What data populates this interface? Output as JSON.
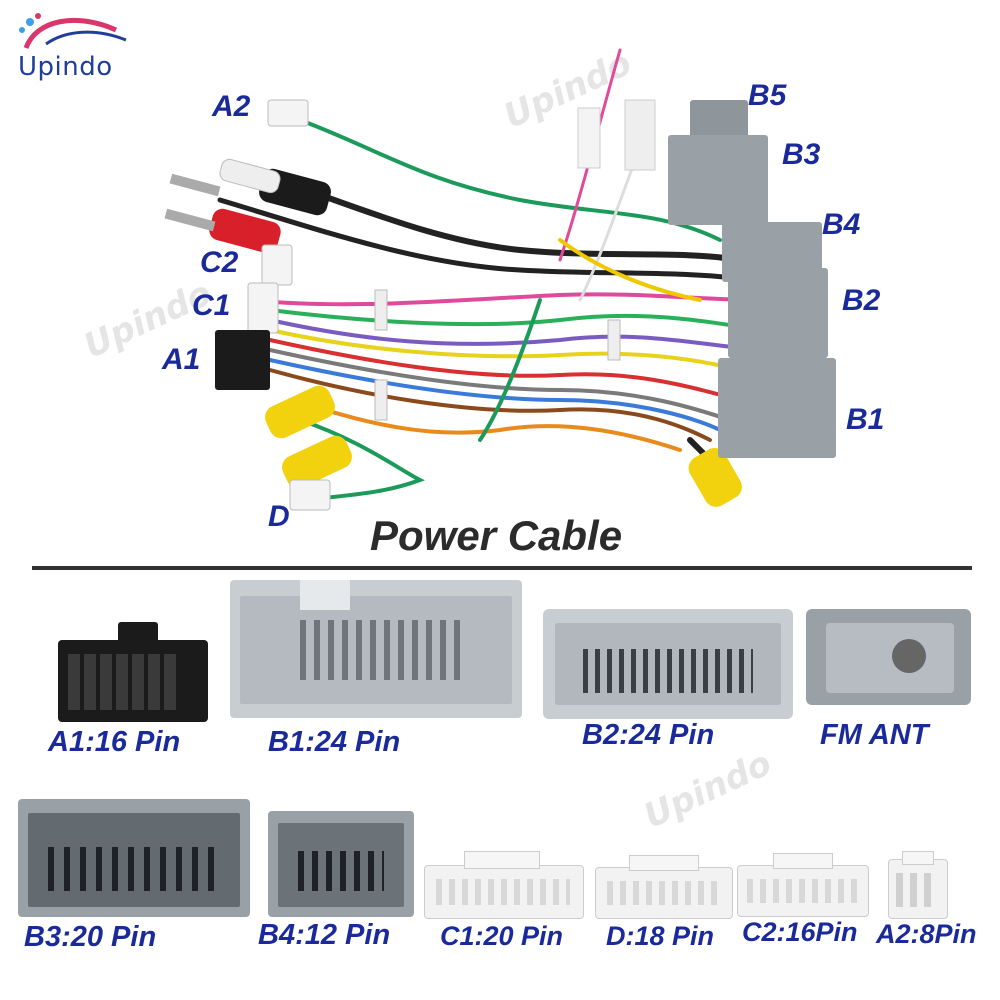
{
  "brand": {
    "name": "Upindo"
  },
  "top_labels": {
    "a2": "A2",
    "c2": "C2",
    "c1": "C1",
    "a1": "A1",
    "d": "D",
    "b5": "B5",
    "b3": "B3",
    "b4": "B4",
    "b2": "B2",
    "b1": "B1"
  },
  "title": "Power Cable",
  "connectors": [
    {
      "label": "A1:16 Pin"
    },
    {
      "label": "B1:24 Pin"
    },
    {
      "label": "B2:24 Pin"
    },
    {
      "label": "FM ANT"
    },
    {
      "label": "B3:20 Pin"
    },
    {
      "label": "B4:12 Pin"
    },
    {
      "label": "C1:20 Pin"
    },
    {
      "label": "D:18 Pin"
    },
    {
      "label": "C2:16Pin"
    },
    {
      "label": "A2:8Pin"
    }
  ],
  "colors": {
    "label_blue": "#1a2a9a",
    "connector_gray": "#9aa1a6",
    "connector_black": "#1b1b1b",
    "connector_white": "#f2f2f2"
  }
}
